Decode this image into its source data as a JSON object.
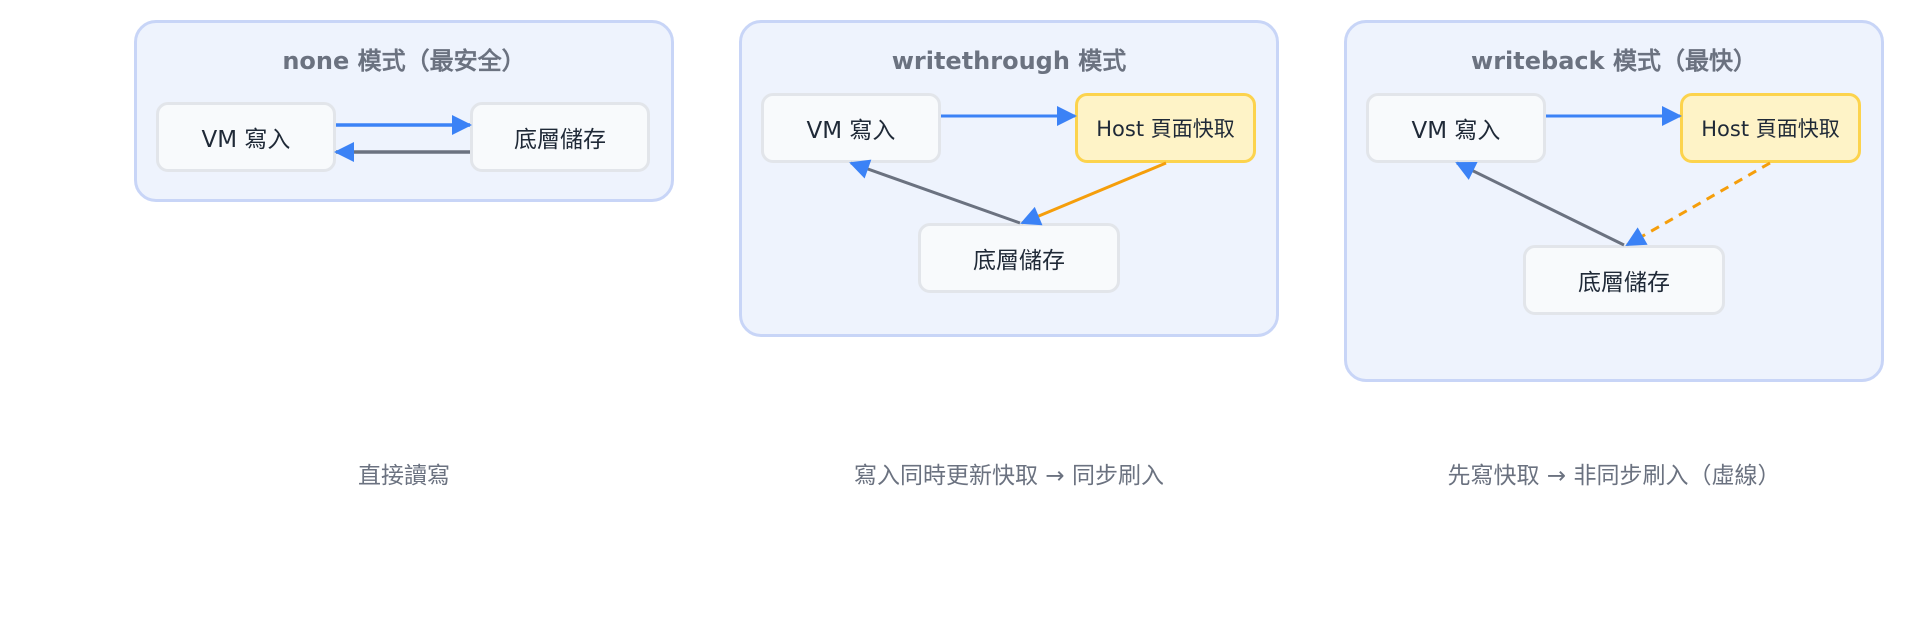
{
  "panels": [
    {
      "title": "none 模式（最安全）",
      "nodes": {
        "vm": "VM 寫入",
        "storage": "底層儲存"
      },
      "caption": "直接讀寫"
    },
    {
      "title": "writethrough 模式",
      "nodes": {
        "vm": "VM 寫入",
        "cache": "Host 頁面快取",
        "storage": "底層儲存"
      },
      "caption": "寫入同時更新快取 → 同步刷入"
    },
    {
      "title": "writeback 模式（最快）",
      "nodes": {
        "vm": "VM 寫入",
        "cache": "Host 頁面快取",
        "storage": "底層儲存"
      },
      "caption": "先寫快取 → 非同步刷入（虛線）"
    }
  ],
  "colors": {
    "write_arrow": "#3b82f6",
    "read_arrow": "#6b7280",
    "flush_arrow": "#f59e0b",
    "cache_fill": "#fef3c7",
    "cache_border": "#fcd34d",
    "panel_fill": "#eef3fd",
    "panel_border": "#c8d5f7"
  }
}
